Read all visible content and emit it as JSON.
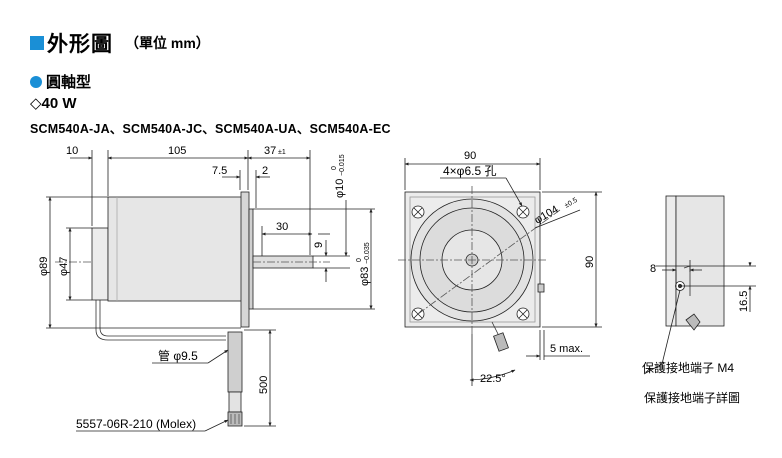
{
  "header": {
    "title": "外形圖",
    "unit": "（單位 mm）"
  },
  "section": {
    "title": "圓軸型",
    "power": "◇40 W",
    "models": "SCM540A-JA、SCM540A-JC、SCM540A-UA、SCM540A-EC"
  },
  "side_view": {
    "dim_10": "10",
    "dim_105": "105",
    "dim_37": "37",
    "tol_37": "±1",
    "dim_7_5": "7.5",
    "dim_2": "2",
    "dim_30": "30",
    "dim_9": "9",
    "dia_89": "φ89",
    "dia_47": "φ47",
    "dia_10": "φ10",
    "tol_10_upper": "0",
    "tol_10_lower": "−0.015",
    "dia_83": "φ83",
    "tol_83_upper": "0",
    "tol_83_lower": "−0.035",
    "dim_500": "500",
    "tube_label": "管 φ9.5",
    "connector_label": "5557-06R-210 (Molex)"
  },
  "front_view": {
    "dim_90_top": "90",
    "holes_label": "4×φ6.5 孔",
    "dia_104": "φ104",
    "tol_104": "±0.5",
    "dim_90_right": "90",
    "dim_5max": "5 max.",
    "angle": "22.5°"
  },
  "ground_detail": {
    "dim_8": "8",
    "dim_16_5": "16.5",
    "terminal_label": "保護接地端子 M4",
    "caption": "保護接地端子詳圖"
  },
  "colors": {
    "accent": "#1a8fd6",
    "body_fill": "#e8e8e8",
    "line": "#222222"
  }
}
